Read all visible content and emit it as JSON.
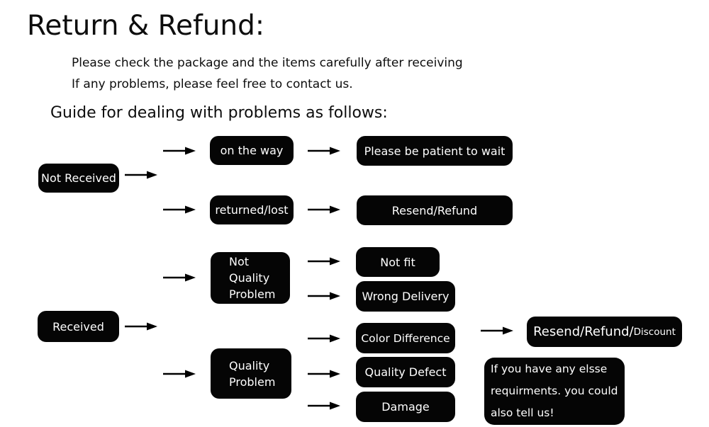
{
  "header": {
    "title": "Return & Refund:",
    "note_line1": "Please check the package and the items carefully after receiving",
    "note_line2": "If any problems, please feel free to contact us.",
    "guide": "Guide for dealing with problems as follows:"
  },
  "colors": {
    "background": "#ffffff",
    "box_background": "#050505",
    "box_text": "#ffffff",
    "heading_text": "#0d0d0d",
    "arrow": "#000000"
  },
  "flowchart": {
    "nodes": {
      "not_received": "Not Received",
      "on_the_way": "on the way",
      "please_be_patient": "Please be patient to wait",
      "returned_lost": "returned/lost",
      "resend_refund": "Resend/Refund",
      "not_quality_problem": {
        "line1": "Not",
        "line2": "Quality",
        "line3": "Problem"
      },
      "received": "Received",
      "not_fit": "Not fit",
      "wrong_delivery": "Wrong Delivery",
      "quality_problem": {
        "line1": "Quality",
        "line2": "Problem"
      },
      "color_difference": "Color Difference",
      "quality_defect": "Quality Defect",
      "damage": "Damage",
      "resend_refund_discount": {
        "main": "Resend/Refund/",
        "small": "Discount"
      },
      "more_requirements": {
        "line1": "If you have any elsse",
        "line2": "requirments. you could",
        "line3": "also tell us!"
      }
    }
  }
}
